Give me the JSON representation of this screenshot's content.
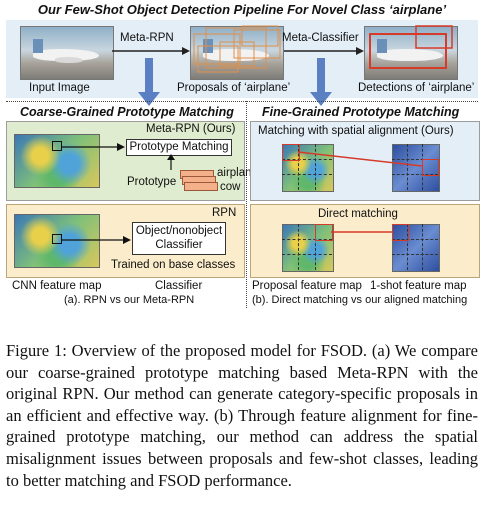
{
  "figure": {
    "title": "Our Few-Shot Object Detection Pipeline For Novel Class ‘airplane’",
    "top": {
      "input_label": "Input Image",
      "arrow1_label": "Meta-RPN",
      "proposals_label": "Proposals of ‘airplane’",
      "arrow2_label": "Meta-Classifier",
      "detections_label": "Detections of ‘airplane’"
    },
    "left": {
      "title": "Coarse-Grained Prototype Matching",
      "meta_rpn_label": "Meta-RPN (Ours)",
      "prototype_matching": "Prototype Matching",
      "prototype_label": "Prototype",
      "class_airplane": "airplane",
      "class_cow": "cow",
      "rpn_label": "RPN",
      "object_box": "Object/nonobject Classifier",
      "trained_label": "Trained on base classes",
      "cnn_label": "CNN feature map",
      "classifier_label": "Classifier",
      "sub_caption": "(a). RPN vs our Meta-RPN"
    },
    "right": {
      "title": "Fine-Grained Prototype Matching",
      "spatial_label": "Matching with spatial alignment (Ours)",
      "direct_label": "Direct matching",
      "proposal_label": "Proposal feature map",
      "oneshot_label": "1-shot feature map",
      "sub_caption": "(b). Direct matching vs our aligned matching"
    }
  },
  "caption": "Figure 1: Overview of the proposed model for FSOD. (a) We compare our coarse-grained prototype matching based Meta-RPN with the original RPN. Our method can generate category-specific proposals in an efficient and effective way. (b) Through feature alignment for fine-grained prototype matching, our method can address the spatial misalignment issues between proposals and few-shot classes, leading to better matching and FSOD performance.",
  "colors": {
    "red": "#d63b2a",
    "orange": "#e0904a",
    "arrow_blue": "#5b7fc3"
  }
}
